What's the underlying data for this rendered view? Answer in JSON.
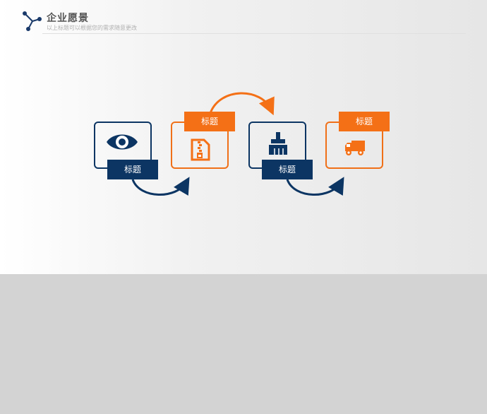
{
  "header": {
    "title": "企业愿景",
    "subtitle": "以上标题可以根据您的需求随意更改"
  },
  "colors": {
    "navy": "#0c3563",
    "orange": "#f47016"
  },
  "steps": [
    {
      "label": "标题",
      "icon": "eye-icon",
      "color": "navy"
    },
    {
      "label": "标题",
      "icon": "zip-file-icon",
      "color": "orange"
    },
    {
      "label": "标题",
      "icon": "brush-icon",
      "color": "navy"
    },
    {
      "label": "标题",
      "icon": "truck-icon",
      "color": "orange"
    }
  ]
}
